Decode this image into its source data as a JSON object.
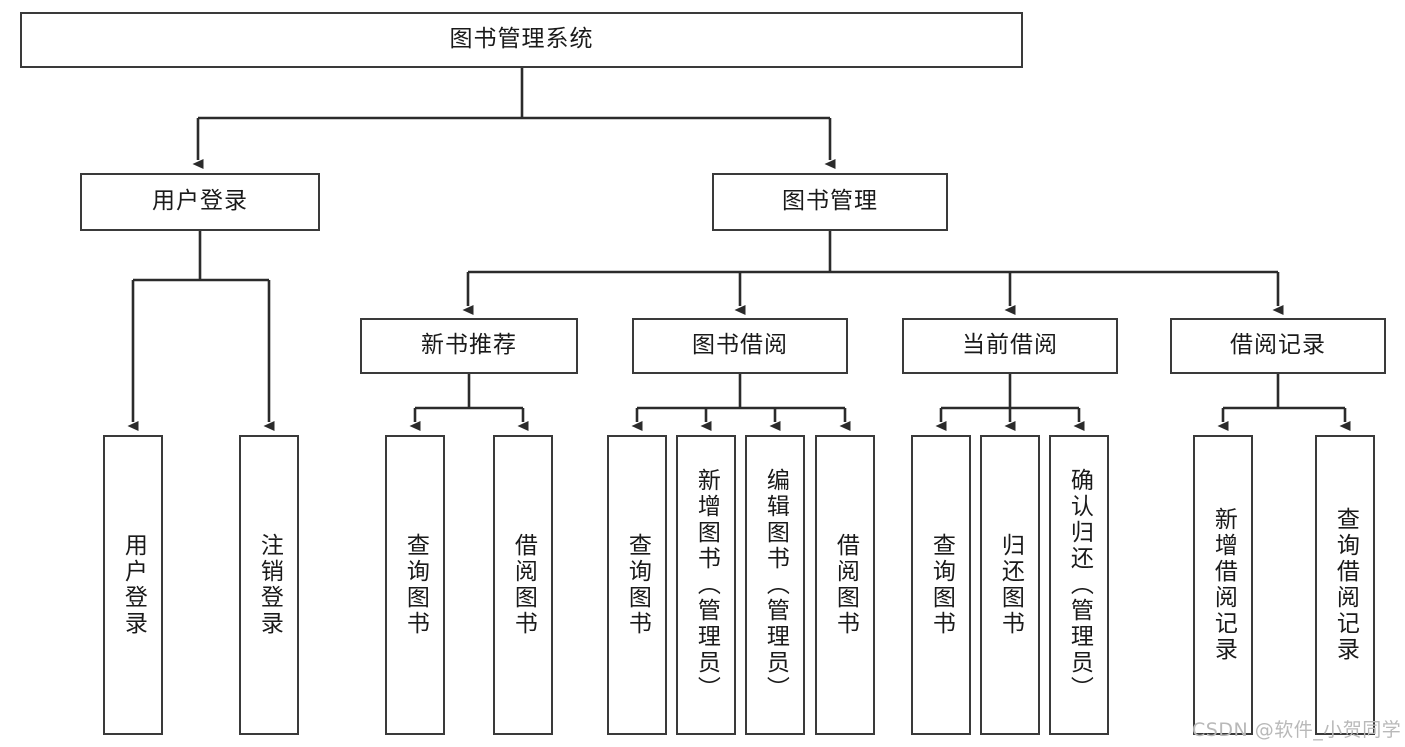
{
  "diagram": {
    "type": "hierarchy-tree",
    "root": {
      "label": "图书管理系统"
    },
    "level2": [
      {
        "label": "用户登录"
      },
      {
        "label": "图书管理"
      }
    ],
    "level3": [
      {
        "label": "新书推荐"
      },
      {
        "label": "图书借阅"
      },
      {
        "label": "当前借阅"
      },
      {
        "label": "借阅记录"
      }
    ],
    "leaves": {
      "user_login": [
        {
          "label": "用户登录"
        },
        {
          "label": "注销登录"
        }
      ],
      "new_book_recommend": [
        {
          "label": "查询图书"
        },
        {
          "label": "借阅图书"
        }
      ],
      "book_borrow": [
        {
          "label": "查询图书"
        },
        {
          "label": "新增图书（管理员）"
        },
        {
          "label": "编辑图书（管理员）"
        },
        {
          "label": "借阅图书"
        }
      ],
      "current_borrow": [
        {
          "label": "查询图书"
        },
        {
          "label": "归还图书"
        },
        {
          "label": "确认归还（管理员）"
        }
      ],
      "borrow_record": [
        {
          "label": "新增借阅记录"
        },
        {
          "label": "查询借阅记录"
        }
      ]
    }
  },
  "watermark": {
    "text": "CSDN @软件_小贺同学"
  },
  "colors": {
    "border": "#3a3a3a",
    "text": "#1a1a1a",
    "background": "#ffffff",
    "watermark": "#b9b9b9"
  }
}
